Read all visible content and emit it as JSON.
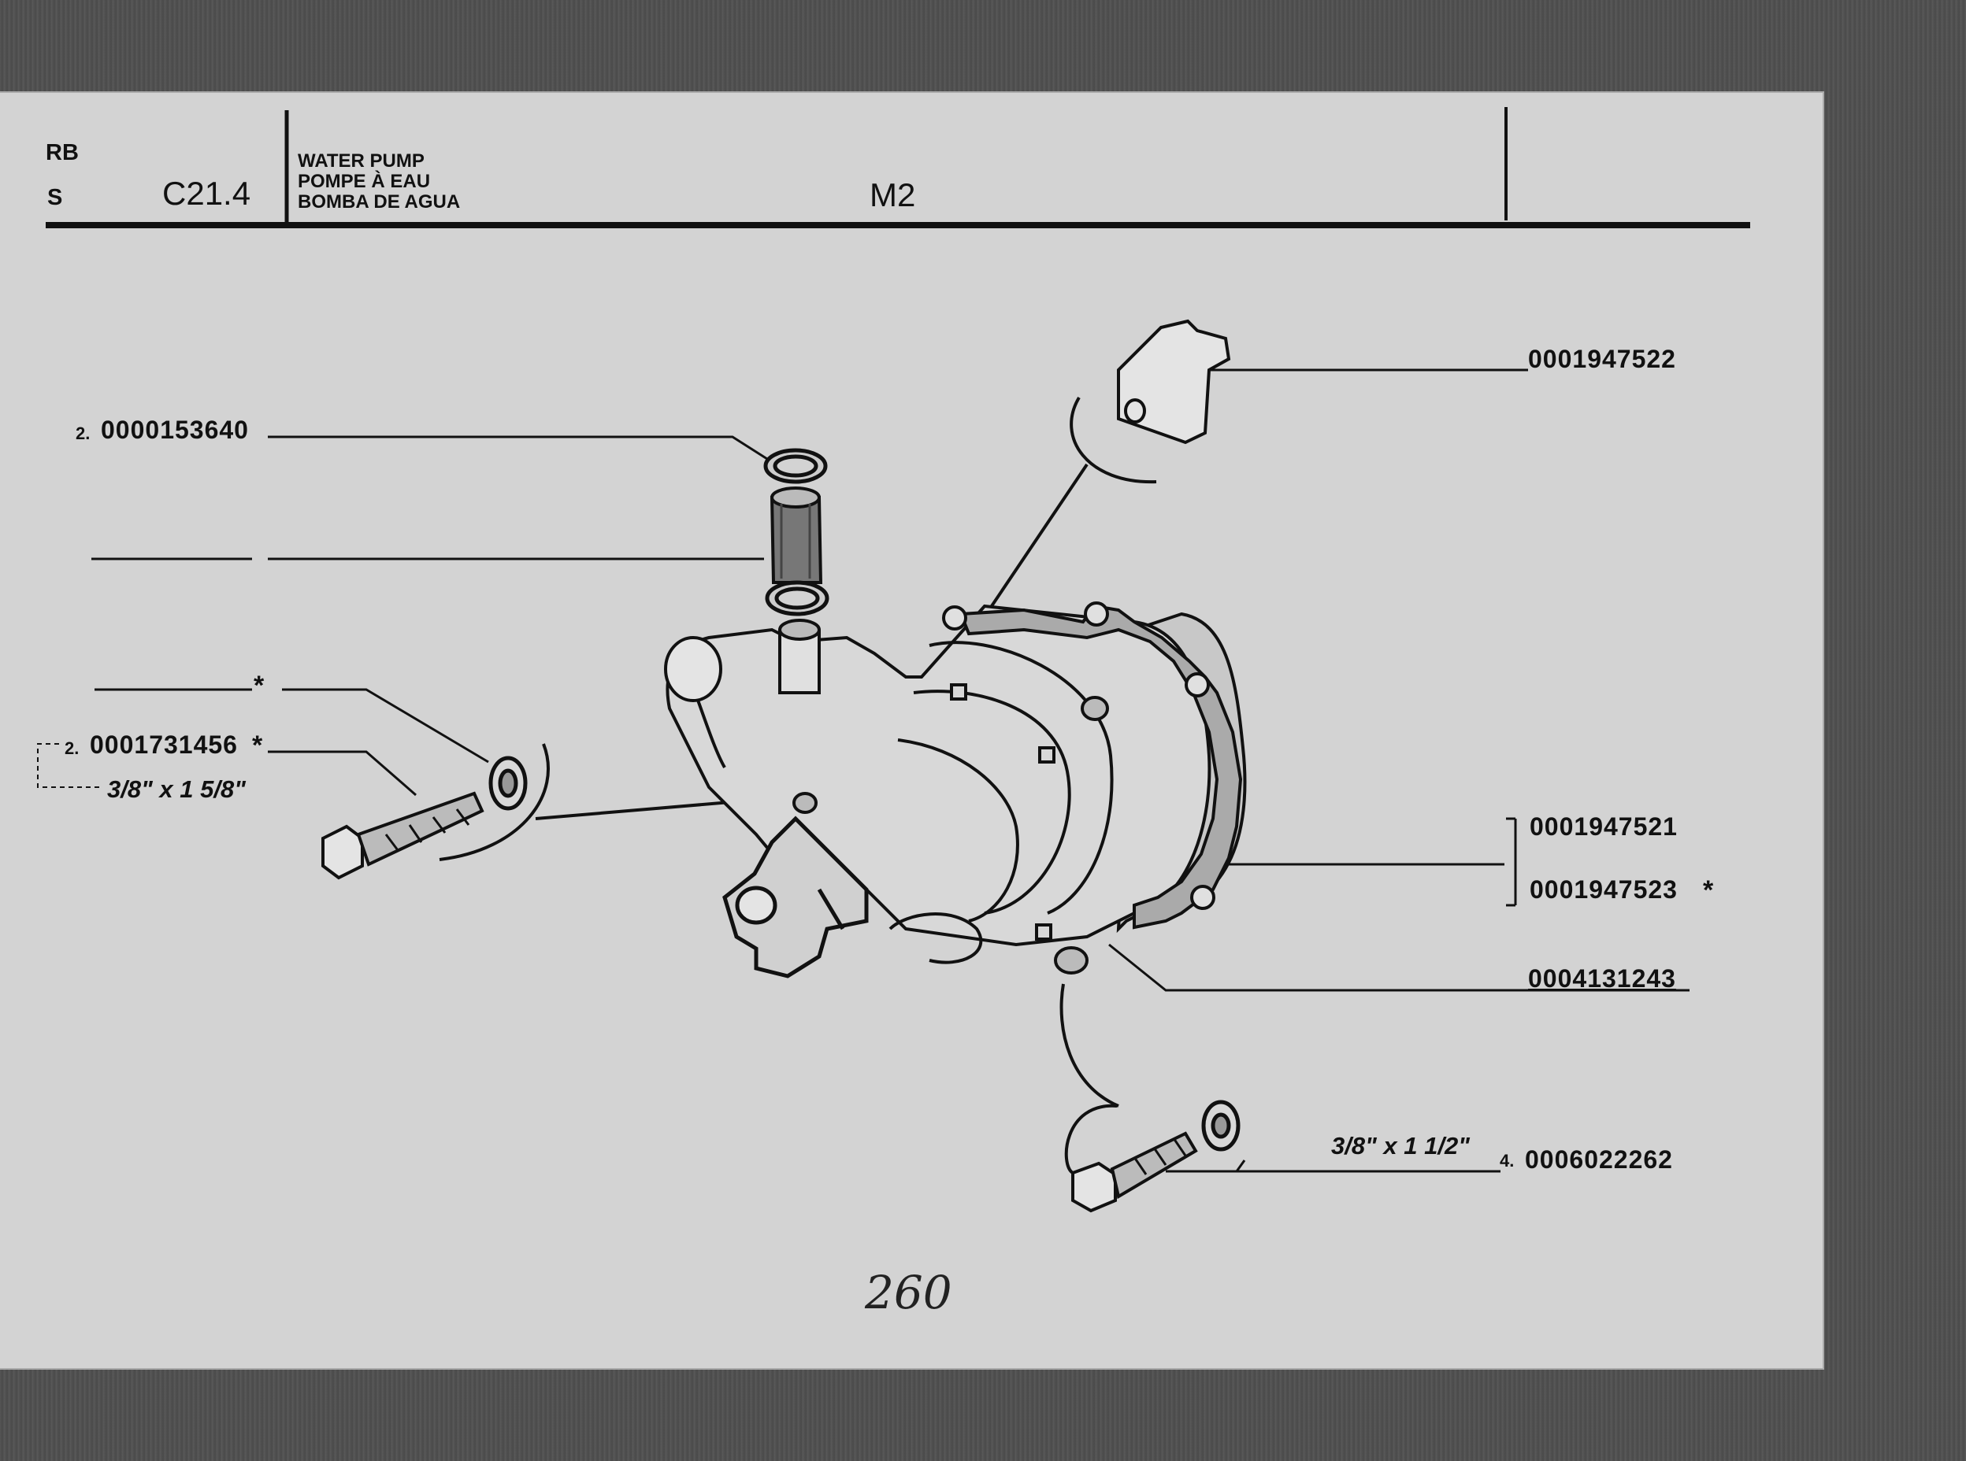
{
  "header": {
    "code_rb": "RB",
    "code_s": "S",
    "section": "C21.4",
    "title_en": "WATER PUMP",
    "title_fr": "POMPE À EAU",
    "title_es": "BOMBA DE AGUA",
    "model": "M2"
  },
  "callouts": {
    "bracket": {
      "part": "0001947522"
    },
    "hose_clip": {
      "qty": "2.",
      "part": "0000153640"
    },
    "hose": {
      "part": ""
    },
    "upper_washer": {
      "star": "*"
    },
    "upper_bolt": {
      "qty": "2.",
      "part": "0001731456",
      "star": "*",
      "size": "3/8\" x 1 5/8\""
    },
    "pump_assembly": {
      "part_a": "0001947521",
      "part_b": "0001947523",
      "star_b": "*"
    },
    "gasket": {
      "part": "0004131243"
    },
    "lower_bolt": {
      "qty": "4.",
      "part": "0006022262",
      "size": "3/8\" x 1 1/2\""
    }
  },
  "page_number": "260",
  "colors": {
    "sheet": "#d3d3d3",
    "ink": "#111111",
    "backdrop": "#4d4d4d"
  }
}
